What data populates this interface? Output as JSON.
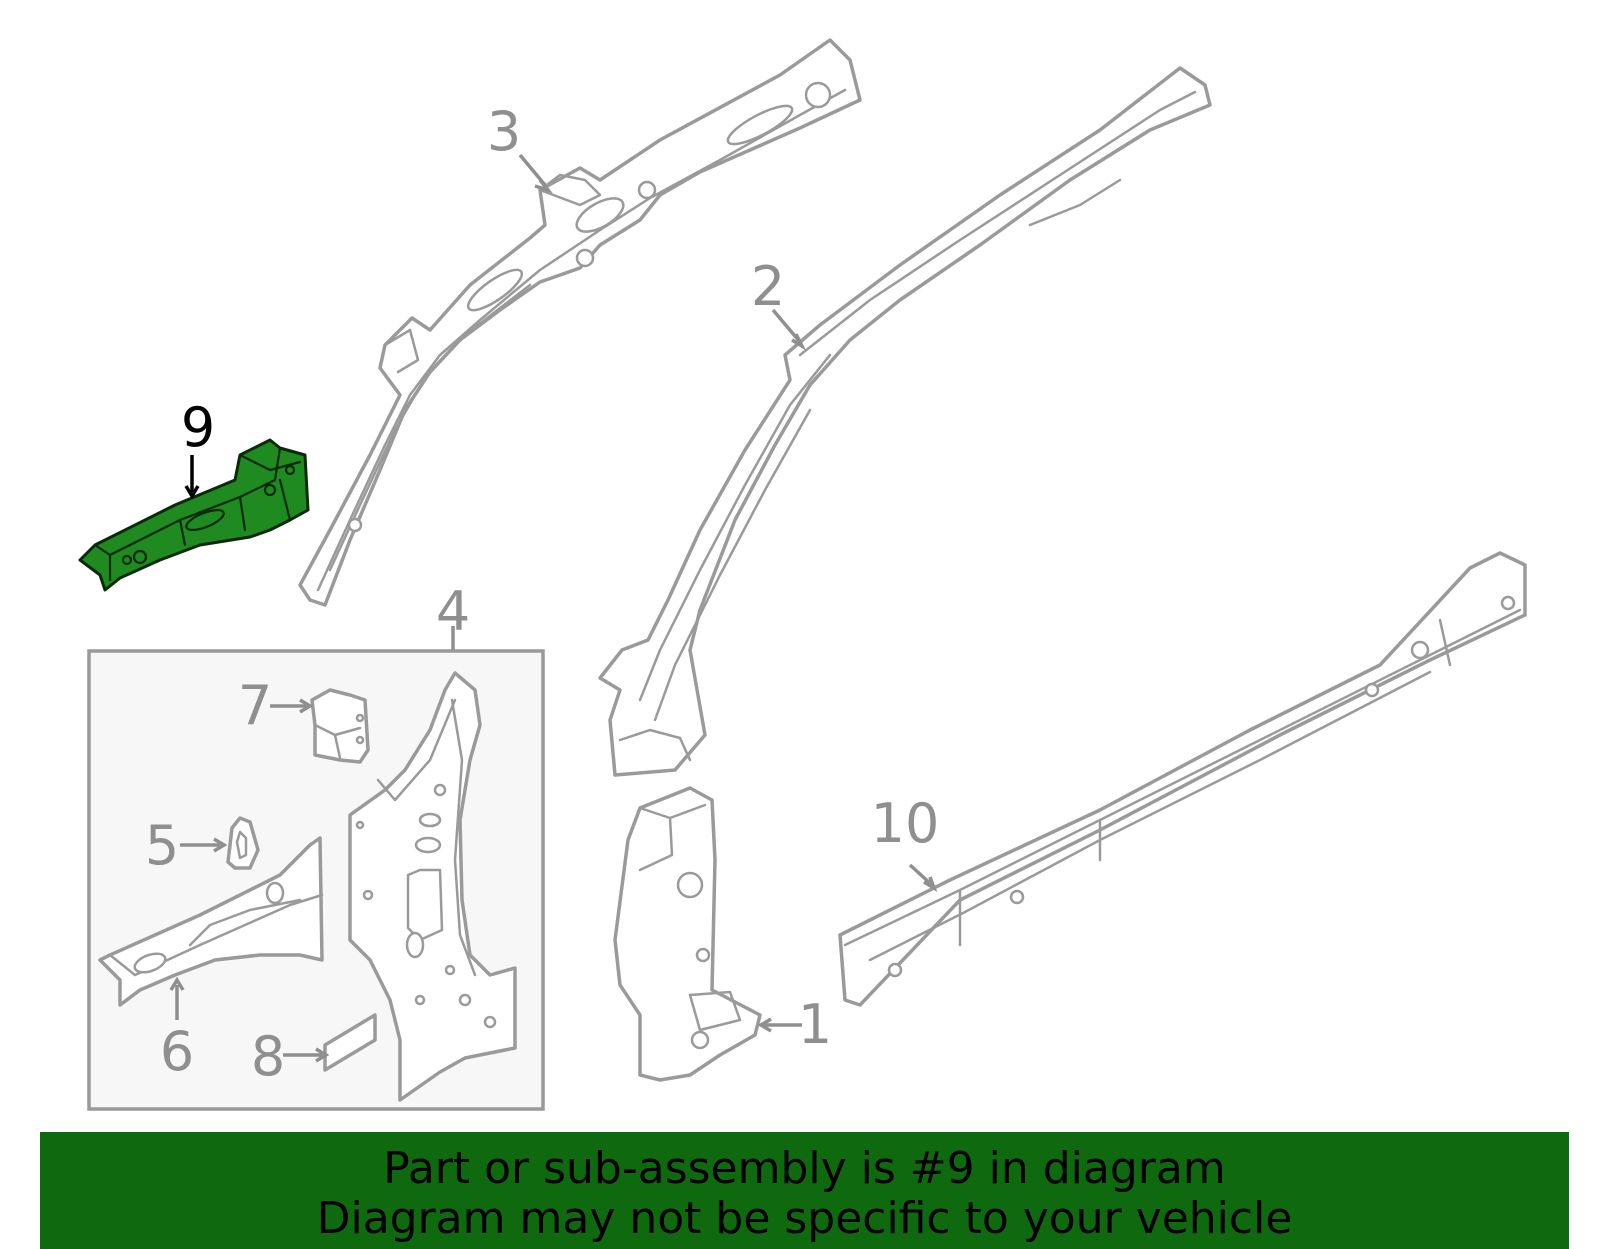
{
  "callouts": {
    "c1": "1",
    "c2": "2",
    "c3": "3",
    "c4": "4",
    "c5": "5",
    "c6": "6",
    "c7": "7",
    "c8": "8",
    "c9": "9",
    "c10": "10"
  },
  "selected_part": "9",
  "colors": {
    "highlight": "#1f8a1f",
    "banner": "#0f6a0f",
    "line": "#9a9a9a"
  },
  "banner": {
    "line1": "Part or sub-assembly is #9 in diagram",
    "line2": "Diagram may not be specific to your vehicle"
  }
}
